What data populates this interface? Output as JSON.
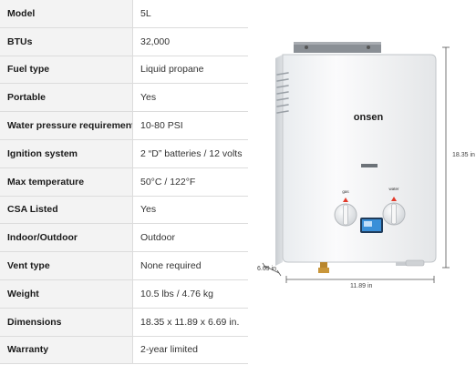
{
  "specs": [
    {
      "label": "Model",
      "value": "5L"
    },
    {
      "label": "BTUs",
      "value": "32,000"
    },
    {
      "label": "Fuel type",
      "value": "Liquid propane"
    },
    {
      "label": "Portable",
      "value": "Yes"
    },
    {
      "label": "Water pressure requirement",
      "value": "10-80 PSI"
    },
    {
      "label": "Ignition system",
      "value": "2 “D” batteries / 12 volts"
    },
    {
      "label": "Max temperature",
      "value": "50°C / 122°F"
    },
    {
      "label": "CSA Listed",
      "value": "Yes"
    },
    {
      "label": "Indoor/Outdoor",
      "value": "Outdoor"
    },
    {
      "label": "Vent type",
      "value": "None required"
    },
    {
      "label": "Weight",
      "value": "10.5 lbs / 4.76 kg"
    },
    {
      "label": "Dimensions",
      "value": "18.35 x 11.89 x 6.69 in."
    },
    {
      "label": "Warranty",
      "value": "2-year limited"
    }
  ],
  "product": {
    "brand": "onsen",
    "gas_label": "gas",
    "water_label": "water",
    "height_dim": "18.35 in",
    "width_dim": "11.89 in",
    "depth_dim": "6.69 in"
  },
  "colors": {
    "label_bg": "#f3f3f3",
    "border": "#dcdcdc",
    "knob_accent": "#e23a2a",
    "display": "#3a8fd8"
  }
}
